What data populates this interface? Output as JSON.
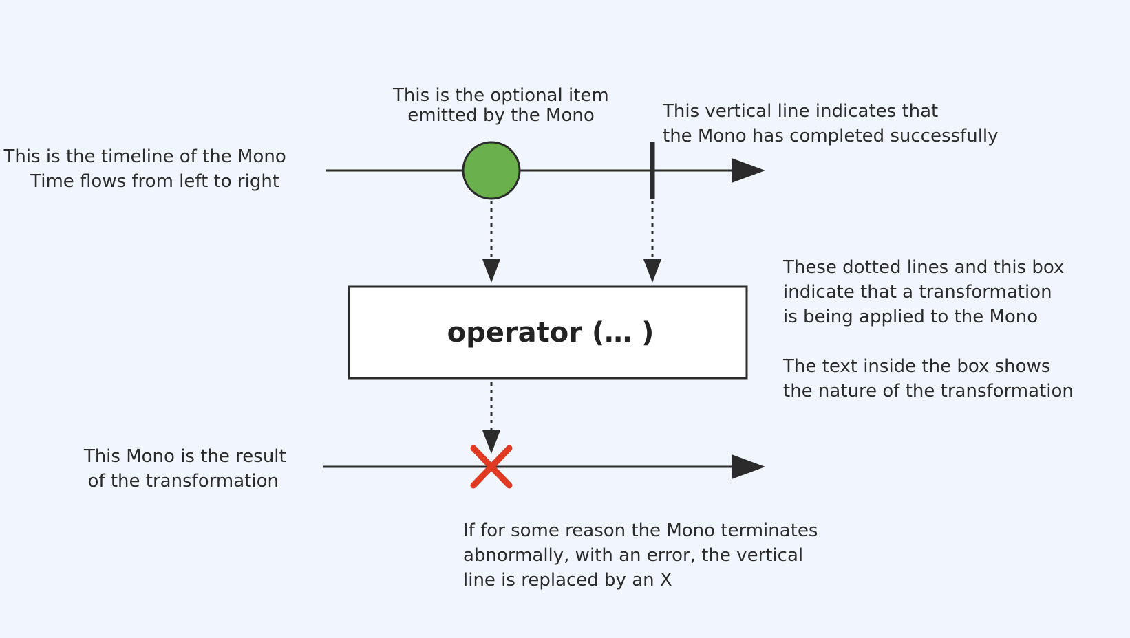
{
  "diagram": {
    "colors": {
      "background": "#f0f5fe",
      "line": "#2b2b2b",
      "item_fill": "#6ab04c",
      "error_x": "#e03a22",
      "box_fill": "#ffffff"
    },
    "annotations": {
      "timeline": [
        "This is the timeline of the Mono",
        "Time flows from left to right"
      ],
      "item": [
        "This is the optional item",
        "emitted by the Mono"
      ],
      "completion": [
        "This vertical line indicates that",
        "the Mono has completed successfully"
      ],
      "transformation": [
        "These dotted lines and this box",
        "indicate that a transformation",
        "is being applied to the Mono"
      ],
      "box_text": [
        "The text inside the box shows",
        "the nature of the transformation"
      ],
      "result": [
        "This Mono is the result",
        "of the transformation"
      ],
      "error": [
        "If for some reason the Mono terminates",
        "abnormally, with an error, the vertical",
        "line is replaced by an X"
      ]
    },
    "operator_label": "operator (… )"
  }
}
